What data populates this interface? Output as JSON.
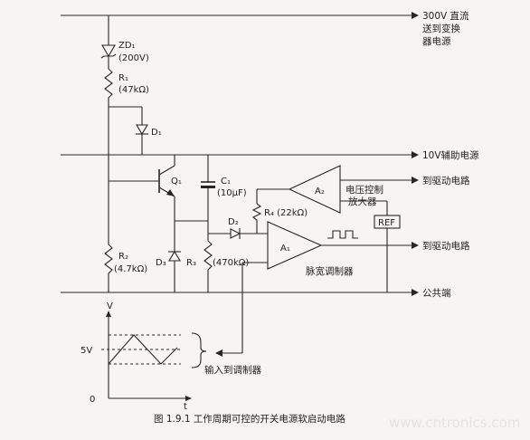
{
  "rails": {
    "hv": "300V 直流",
    "hv_2": "送到变换",
    "hv_3": "器电源",
    "aux": "10V辅助电源",
    "gnd": "公共端"
  },
  "components": {
    "zd1": {
      "name": "ZD₁",
      "value": "(200V)"
    },
    "r1": {
      "name": "R₁",
      "value": "(47kΩ)"
    },
    "d1": "D₁",
    "q1": "Q₁",
    "c1": {
      "name": "C₁",
      "value": "(10μF)"
    },
    "d2": "D₂",
    "r4": "R₄ (22kΩ)",
    "r2": {
      "name": "R₂",
      "value": "(4.7kΩ)"
    },
    "d3": "D₃",
    "r3": "R₃",
    "r3_value": "(470kΩ)",
    "a1": "A₁",
    "a2": "A₂",
    "ref": "REF"
  },
  "blocks": {
    "voltage_amp": "电压控制",
    "voltage_amp_2": "放大器",
    "pwm": "脉宽调制器"
  },
  "outputs": {
    "drive_1": "到驱动电路",
    "drive_2": "到驱动电路"
  },
  "waveform": {
    "v_axis": "V",
    "t_axis": "t",
    "five_v": "5V",
    "zero": "0",
    "note": "输入到调制器"
  },
  "caption": "图 1.9.1   工作周期可控的开关电源软启动电路",
  "watermark": "www.cntronics.com"
}
